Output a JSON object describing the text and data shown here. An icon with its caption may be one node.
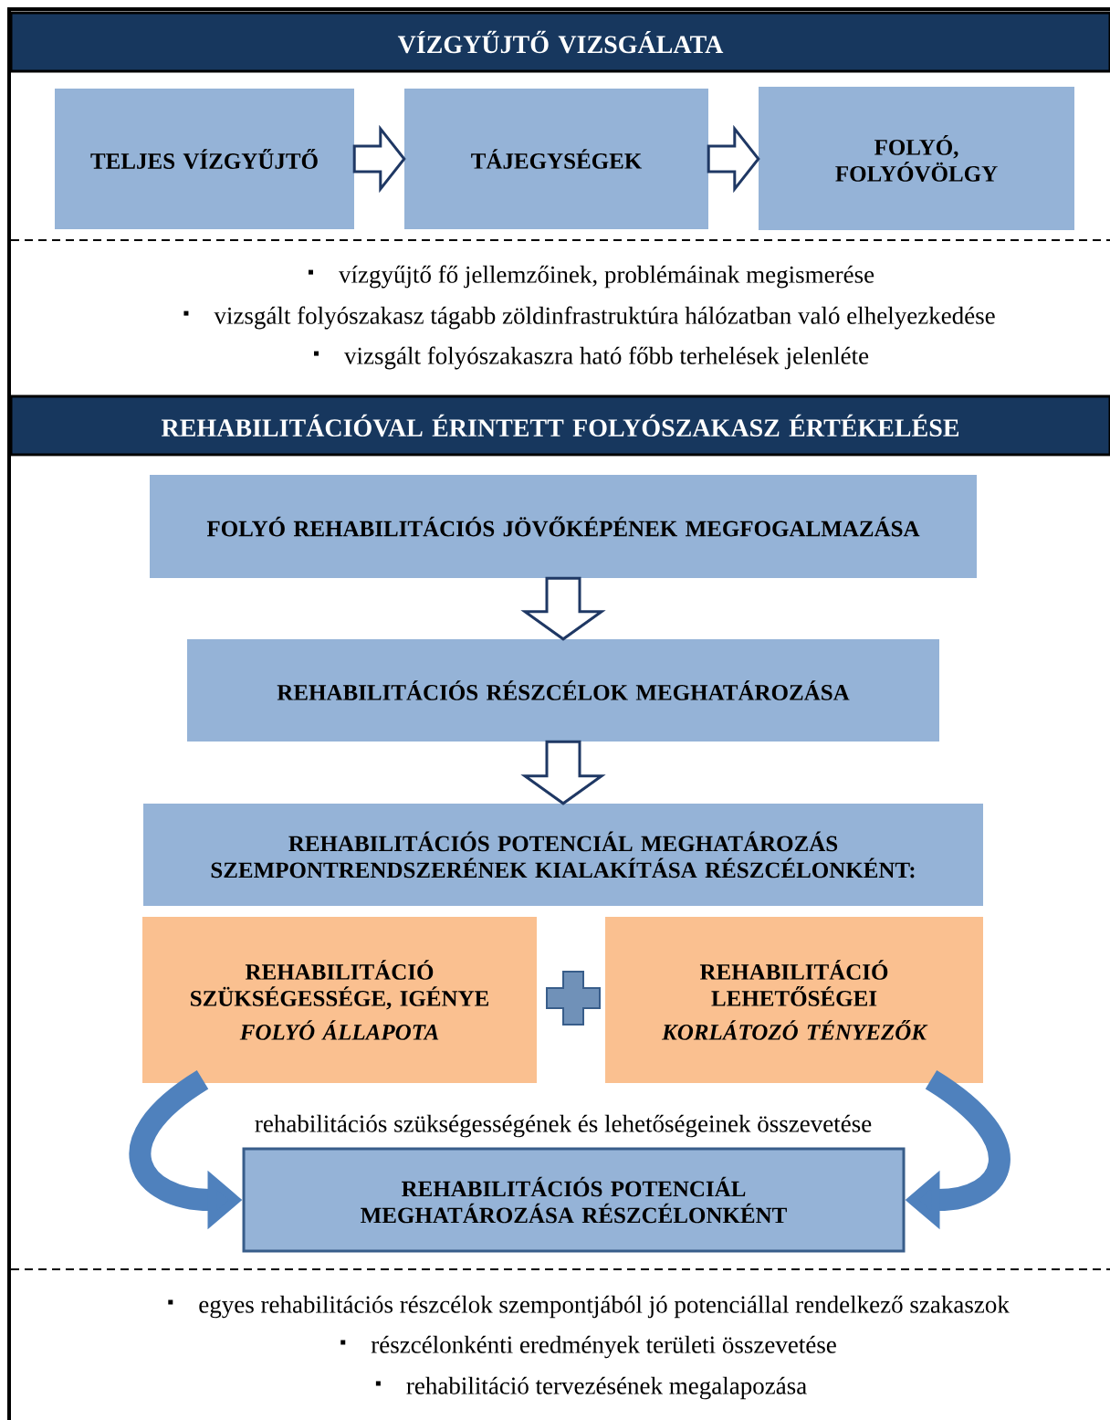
{
  "diagram": {
    "nodes": [
      {
        "text": [
          "VÍZGYŰJTŐ VIZSGÁLATA"
        ]
      },
      {
        "text": [
          "TELJES VÍZGYŰJTŐ"
        ]
      },
      {
        "text": [
          "TÁJEGYSÉGEK"
        ]
      },
      {
        "text": [
          "FOLYÓ, FOLYÓVÖLGY"
        ]
      },
      {
        "text": [
          "REHABILITÁCIÓVAL ÉRINTETT FOLYÓSZAKASZ ÉRTÉKELÉSE"
        ]
      },
      {
        "text": [
          "FOLYÓ REHABILITÁCIÓS JÖVŐKÉPÉNEK MEGFOGALMAZÁSA"
        ]
      },
      {
        "text": [
          "REHABILITÁCIÓS RÉSZCÉLOK MEGHATÁROZÁSA"
        ]
      },
      {
        "text": [
          "REHABILITÁCIÓS POTENCIÁL MEGHATÁROZÁS SZEMPONTRENDSZERÉNEK KIALAKÍTÁSA RÉSZCÉLONKÉNT:"
        ]
      },
      {
        "text": [
          "REHABILITÁCIÓ SZÜKSÉGESSÉGE, IGÉNYE",
          "FOLYÓ ÁLLAPOTA"
        ]
      },
      {
        "text": [
          "REHABILITÁCIÓ LEHETŐSÉGEI",
          "KORLÁTOZÓ TÉNYEZŐK"
        ]
      },
      {
        "text": [
          "REHABILITÁCIÓS POTENCIÁL MEGHATÁROZÁSA RÉSZCÉLONKÉNT"
        ]
      }
    ],
    "edges": [
      {
        "from": 1,
        "to": 2,
        "arrow": "to"
      },
      {
        "from": 2,
        "to": 3,
        "arrow": "to"
      },
      {
        "from": 5,
        "to": 6,
        "arrow": "to"
      },
      {
        "from": 6,
        "to": 7,
        "arrow": "to"
      },
      {
        "from": 8,
        "to": 10,
        "arrow": "to",
        "color": "#4f81bd"
      },
      {
        "from": 9,
        "to": 10,
        "arrow": "to",
        "color": "#4f81bd"
      }
    ],
    "labels": [
      "vízgyűjtő fő jellemzőinek, problémáinak megismerése",
      "vizsgált folyószakasz tágabb zöldinfrastruktúra hálózatban való elhelyezkedése",
      "vizsgált folyószakaszra ható főbb terhelések jelenléte",
      "rehabilitációs szükségességének és lehetőségeinek összevetése",
      "egyes rehabilitációs részcélok szempontjából jó potenciállal rendelkező szakaszok",
      "részcélonkénti eredmények területi összevetése",
      "rehabilitáció tervezésének megalapozása"
    ]
  }
}
